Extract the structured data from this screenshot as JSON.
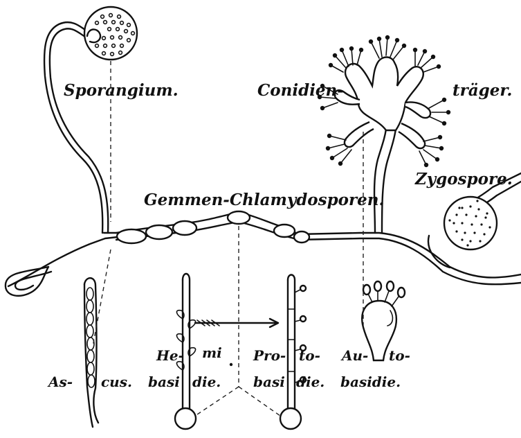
{
  "labels": {
    "sporangium": "Sporangium.",
    "conidien": "Conidien-",
    "traeger": "träger.",
    "zygospore": "Zygospore.",
    "gemmen": "Gemmen-Chlamydosporen.",
    "ascus_1": "As-",
    "ascus_2": "cus.",
    "hemi_1": "He-",
    "hemi_2": "mi",
    "hemi_3": "basi",
    "hemi_4": "die.",
    "proto_1": "Pro-",
    "proto_2": "to-",
    "proto_3": "basi",
    "proto_4": "die.",
    "auto_1": "Au-",
    "auto_2": "to-",
    "auto_3": "basidie."
  },
  "colors": {
    "ink": "#111111",
    "paper": "#ffffff"
  }
}
